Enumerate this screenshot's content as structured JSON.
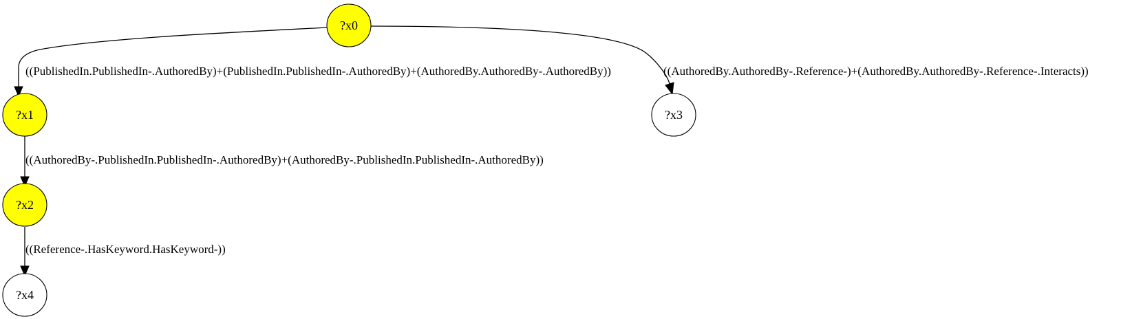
{
  "colors": {
    "highlighted_fill": "#ffff00",
    "default_fill": "#ffffff",
    "stroke": "#000000"
  },
  "nodes": {
    "x0": {
      "label": "?x0",
      "highlighted": true
    },
    "x1": {
      "label": "?x1",
      "highlighted": true
    },
    "x2": {
      "label": "?x2",
      "highlighted": true
    },
    "x3": {
      "label": "?x3",
      "highlighted": false
    },
    "x4": {
      "label": "?x4",
      "highlighted": false
    }
  },
  "edges": {
    "x0_x1": {
      "from": "?x0",
      "to": "?x1",
      "label": "((PublishedIn.PublishedIn-.AuthoredBy)+(PublishedIn.PublishedIn-.AuthoredBy)+(AuthoredBy.AuthoredBy-.AuthoredBy))"
    },
    "x0_x3": {
      "from": "?x0",
      "to": "?x3",
      "label": "((AuthoredBy.AuthoredBy-.Reference-)+(AuthoredBy.AuthoredBy-.Reference-.Interacts))"
    },
    "x1_x2": {
      "from": "?x1",
      "to": "?x2",
      "label": "((AuthoredBy-.PublishedIn.PublishedIn-.AuthoredBy)+(AuthoredBy-.PublishedIn.PublishedIn-.AuthoredBy))"
    },
    "x2_x4": {
      "from": "?x2",
      "to": "?x4",
      "label": "((Reference-.HasKeyword.HasKeyword-))"
    }
  }
}
